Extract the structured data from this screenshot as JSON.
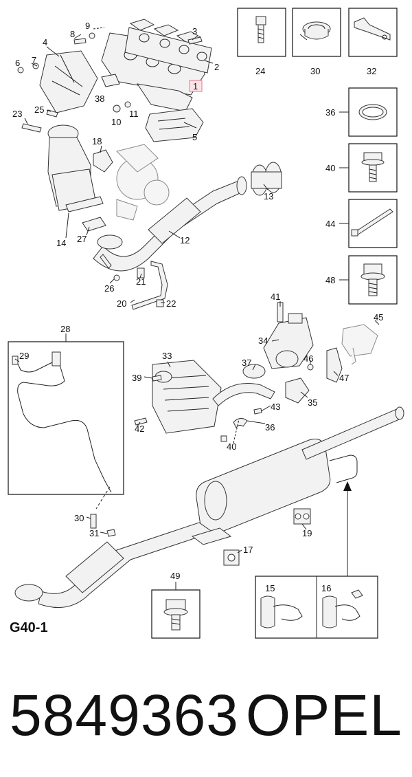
{
  "diagram": {
    "page_code": "G40-1",
    "part_number": "5849363",
    "brand": "OPEL",
    "highlighted_callout": "1",
    "callouts": {
      "c1": "1",
      "c2": "2",
      "c3": "3",
      "c4": "4",
      "c5": "5",
      "c6": "6",
      "c7": "7",
      "c8": "8",
      "c9": "9",
      "c10": "10",
      "c11": "11",
      "c12": "12",
      "c13": "13",
      "c14": "14",
      "c15": "15",
      "c16": "16",
      "c17": "17",
      "c18": "18",
      "c19": "19",
      "c20": "20",
      "c21": "21",
      "c22": "22",
      "c23": "23",
      "c24": "24",
      "c25": "25",
      "c26": "26",
      "c27": "27",
      "c28": "28",
      "c29": "29",
      "c30a": "30",
      "c30b": "30",
      "c31": "31",
      "c32": "32",
      "c33": "33",
      "c34": "34",
      "c35": "35",
      "c36a": "36",
      "c36b": "36",
      "c37": "37",
      "c38": "38",
      "c39": "39",
      "c40a": "40",
      "c40b": "40",
      "c41": "41",
      "c42": "42",
      "c43": "43",
      "c44": "44",
      "c45": "45",
      "c46": "46",
      "c47": "47",
      "c48": "48",
      "c49": "49"
    }
  }
}
